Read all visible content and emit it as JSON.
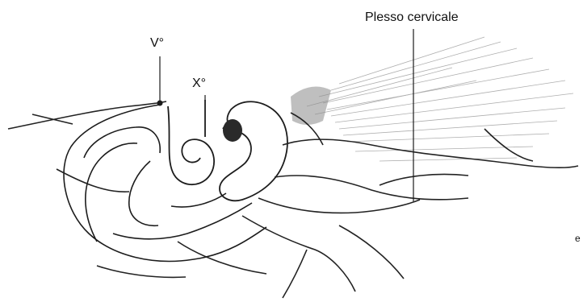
{
  "labels": {
    "v": "V°",
    "x": "X°",
    "plesso": "Plesso cervicale",
    "edge": "e"
  },
  "colors": {
    "ink": "#1c1c1c",
    "nerve": "#222222",
    "shade": "#8a8a8a",
    "background": "#ffffff"
  }
}
